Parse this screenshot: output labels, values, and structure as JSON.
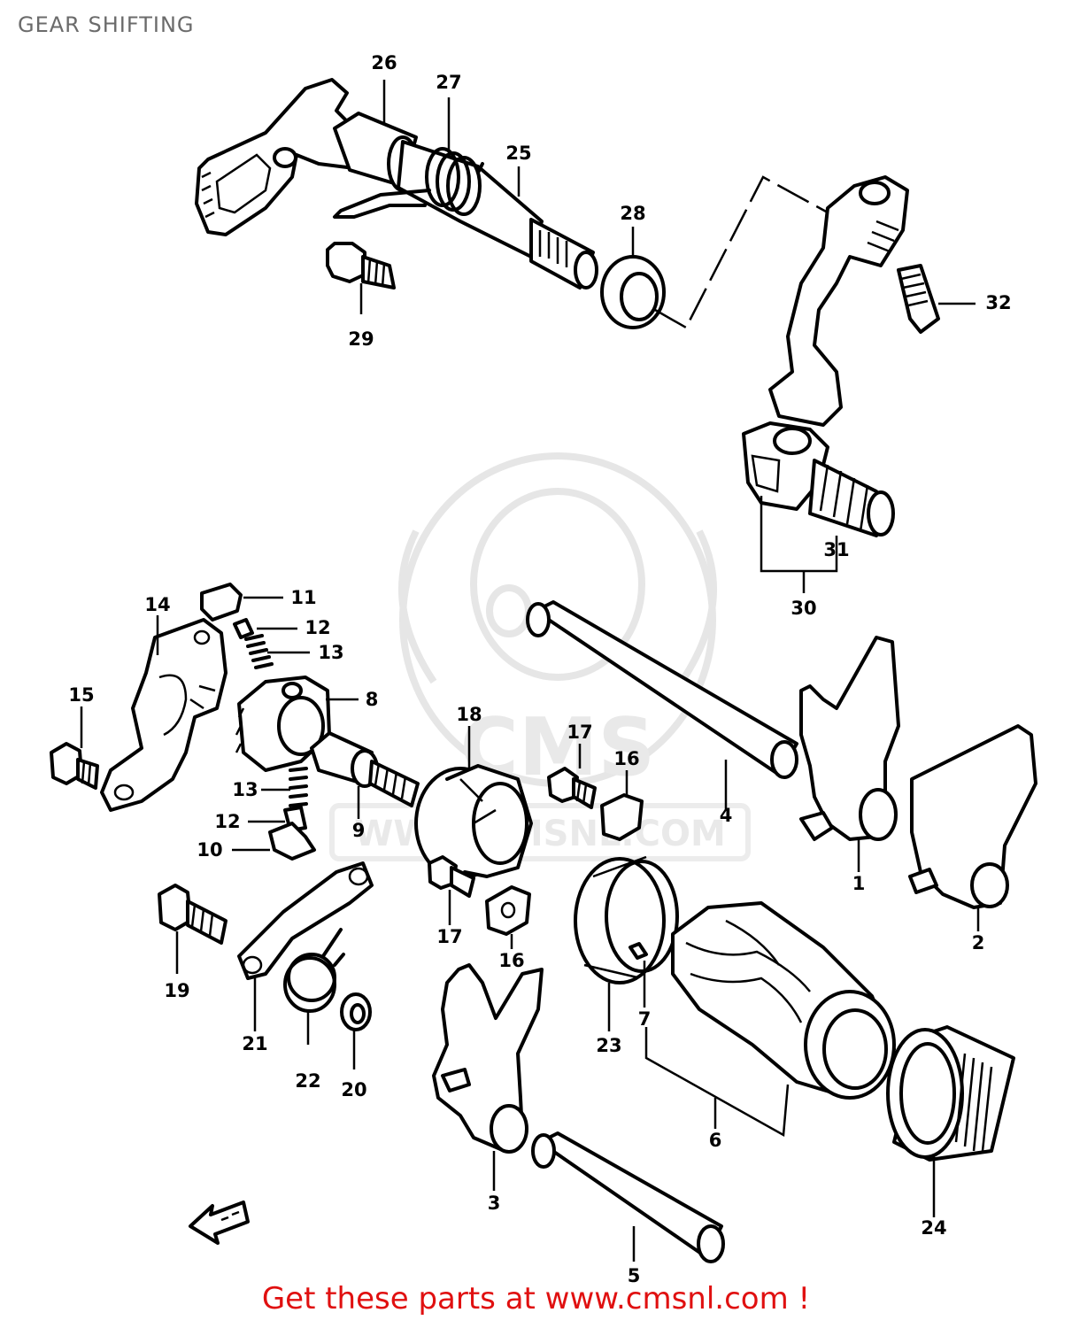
{
  "title": "GEAR SHIFTING",
  "footer": "Get these parts at www.cmsnl.com !",
  "watermark": {
    "logo_text": "CMS",
    "url_text": "WWW.CMSNL.COM"
  },
  "callouts": [
    "26",
    "27",
    "25",
    "28",
    "29",
    "32",
    "31",
    "30",
    "11",
    "12",
    "13",
    "14",
    "8",
    "15",
    "18",
    "17",
    "16",
    "4",
    "13",
    "12",
    "9",
    "10",
    "1",
    "2",
    "19",
    "21",
    "22",
    "20",
    "17",
    "16",
    "23",
    "7",
    "6",
    "3",
    "24",
    "5"
  ],
  "colors": {
    "title": "#6b6b6b",
    "footer": "#e01010",
    "line": "#000000",
    "watermark": "#e6e6e6"
  },
  "icons": [
    "front-direction-arrow-icon"
  ]
}
